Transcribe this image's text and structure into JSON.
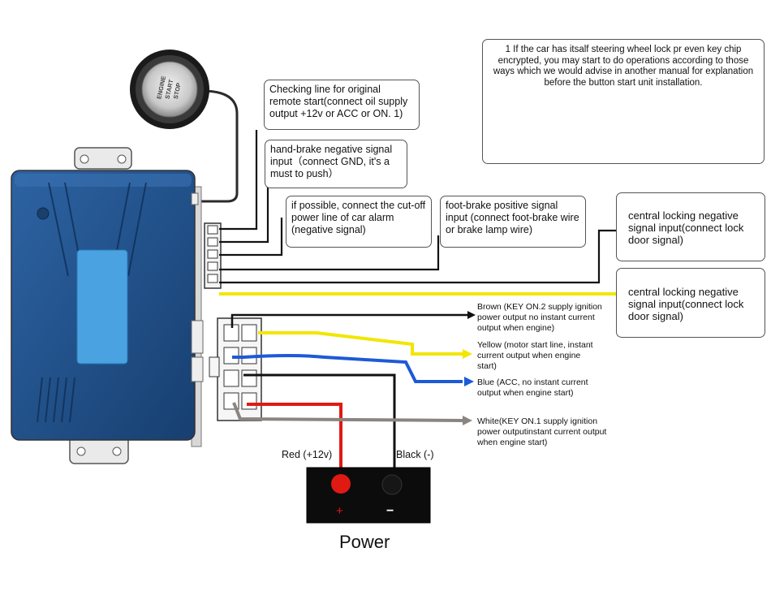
{
  "engine_button": {
    "line1": "ENGINE",
    "line2": "START",
    "line3": "STOP"
  },
  "callouts": {
    "checking_line": "Checking line for original remote start(connect oil supply output +12v or ACC or ON. 1)",
    "hand_brake": "hand-brake negative signal input（connect GND, it's a must to push）",
    "cut_off": "if possible, connect the cut-off power line of car alarm (negative signal)",
    "foot_brake": "foot-brake positive signal input (connect foot-brake wire or brake lamp wire)",
    "central_lock_1": "central locking negative signal input(connect lock door signal)",
    "central_lock_2": "central locking negative signal input(connect lock door signal)"
  },
  "note": {
    "text": "1 If the car has itsalf steering wheel lock pr even key chip encrypted, you may start to do operations according to those ways which we would advise in another manual for explanation before the button start unit installation."
  },
  "wires": {
    "brown": "Brown (KEY ON.2 supply ignition power output no instant current output when engine)",
    "yellow": "Yellow (motor start line, instant current output when engine start)",
    "blue": "Blue (ACC, no instant current output when engine start)",
    "white": "White(KEY ON.1 supply ignition power outputinstant current output when engine start)"
  },
  "power": {
    "red_label": "Red (+12v)",
    "black_label": "Black (-)",
    "plus_symbol": "+",
    "minus_symbol": "−",
    "title": "Power"
  },
  "colors": {
    "module_blue": "#1d4f86",
    "screen_blue": "#4aa3e0",
    "wire_yellow": "#f2e600",
    "wire_blue": "#1d5ad6",
    "wire_red": "#e01a12",
    "wire_white": "#8a8580",
    "wire_black": "#111111"
  }
}
